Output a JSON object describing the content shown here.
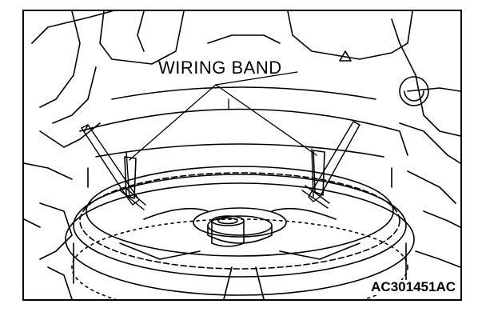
{
  "diagram": {
    "callout_label": "WIRING BAND",
    "figure_code": "AC301451AC",
    "colors": {
      "line": "#000000",
      "background": "#ffffff"
    },
    "icons": [
      "engine-housing-illustration",
      "cam-sprocket-icon",
      "wiring-band-icon",
      "warning-triangle-icon"
    ]
  }
}
